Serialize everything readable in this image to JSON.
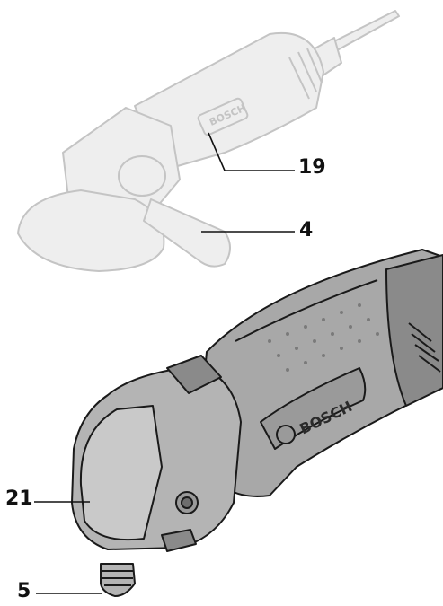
{
  "callouts": {
    "c19": "19",
    "c4": "4",
    "c21": "21",
    "c5": "5"
  },
  "colors": {
    "ghost_fill": "#eeeeee",
    "ghost_stroke": "#c4c4c4",
    "body_dark": "#8a8a8a",
    "body_mid": "#a8a8a8",
    "body_light": "#c9c9c9",
    "outline": "#1a1a1a",
    "leader": "#111111"
  },
  "brand_marks": [
    "BOSCH",
    "BOSCH"
  ]
}
